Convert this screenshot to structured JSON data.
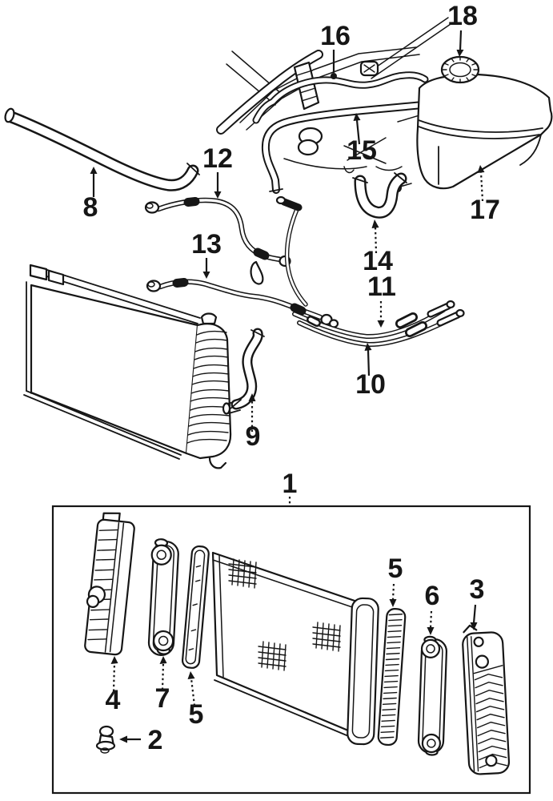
{
  "colors": {
    "background": "#ffffff",
    "ink": "#161616"
  },
  "callouts": {
    "n1": {
      "label": "1"
    },
    "n2": {
      "label": "2"
    },
    "n3": {
      "label": "3"
    },
    "n4": {
      "label": "4"
    },
    "n5a": {
      "label": "5"
    },
    "n5b": {
      "label": "5"
    },
    "n6": {
      "label": "6"
    },
    "n7": {
      "label": "7"
    },
    "n8": {
      "label": "8"
    },
    "n9": {
      "label": "9"
    },
    "n10": {
      "label": "10"
    },
    "n11": {
      "label": "11"
    },
    "n12": {
      "label": "12"
    },
    "n13": {
      "label": "13"
    },
    "n14": {
      "label": "14"
    },
    "n15": {
      "label": "15"
    },
    "n16": {
      "label": "16"
    },
    "n17": {
      "label": "17"
    },
    "n18": {
      "label": "18"
    }
  }
}
